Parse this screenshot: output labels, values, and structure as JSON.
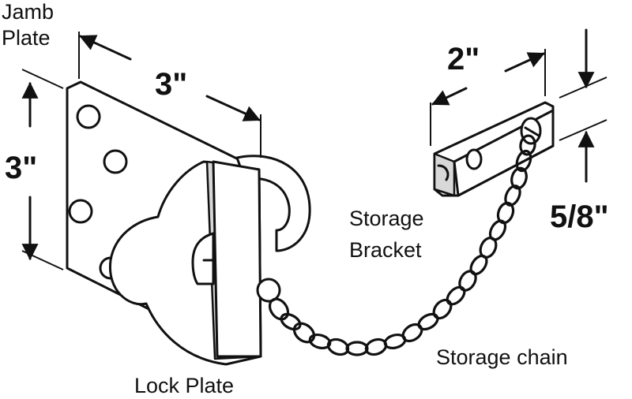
{
  "labels": {
    "jamb_plate_1": "Jamb",
    "jamb_plate_2": "Plate",
    "lock_plate": "Lock Plate",
    "storage_bracket_1": "Storage",
    "storage_bracket_2": "Bracket",
    "storage_chain": "Storage chain"
  },
  "dimensions": {
    "jamb_width": "3\"",
    "jamb_height": "3\"",
    "bracket_width": "2\"",
    "bracket_height": "5/8\""
  },
  "colors": {
    "line": "#111111",
    "background": "#ffffff"
  }
}
